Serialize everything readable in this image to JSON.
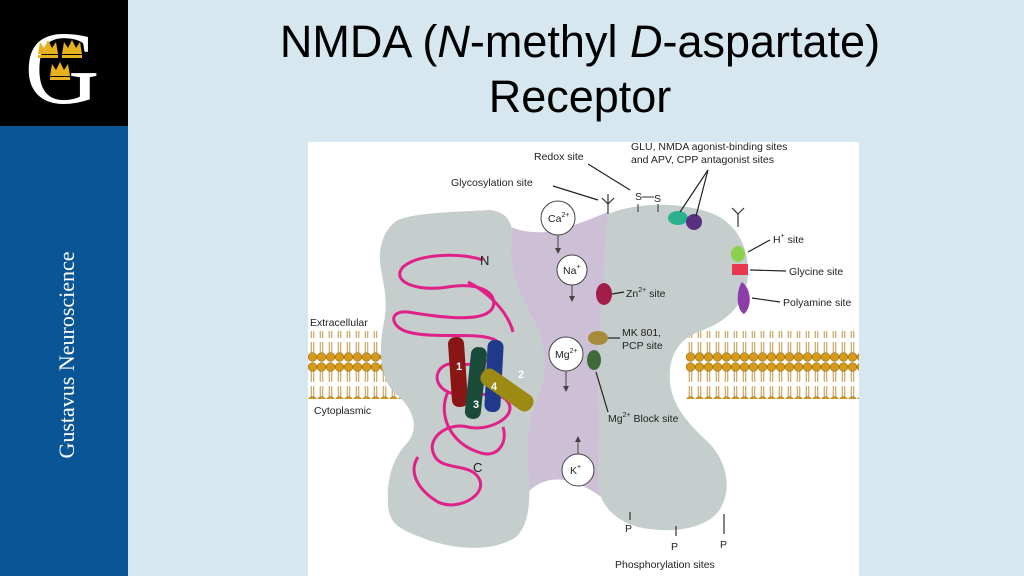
{
  "slide": {
    "title_part1": "NMDA (",
    "title_n": "N",
    "title_part2": "-methyl ",
    "title_d": "D",
    "title_part3": "-aspartate)",
    "title_line2": "Receptor"
  },
  "sidebar": {
    "logo_letter": "G",
    "vertical_text": "Gustavus Neuroscience"
  },
  "diagram": {
    "labels": {
      "redox": "Redox site",
      "glu_line1": "GLU, NMDA  agonist-binding sites",
      "glu_line2": "and APV, CPP antagonist sites",
      "glycosylation": "Glycosylation site",
      "s1": "S",
      "s2": "S",
      "h_site": "H",
      "h_site_sup": "+",
      "h_site_rest": " site",
      "glycine": "Glycine site",
      "polyamine": "Polyamine site",
      "zn": "Zn",
      "zn_sup": "2+",
      "zn_rest": " site",
      "mk801_line1": "MK 801,",
      "mk801_line2": "PCP site",
      "mg_block": "Mg",
      "mg_block_sup": "2+",
      "mg_block_rest": " Block site",
      "extracellular": "Extracellular",
      "cytoplasmic": "Cytoplasmic",
      "n_term": "N",
      "c_term": "C",
      "phosphorylation": "Phosphorylation sites",
      "p1": "P",
      "p2": "P",
      "p3": "P"
    },
    "ions": {
      "ca": "Ca",
      "ca_sup": "2+",
      "na": "Na",
      "na_sup": "+",
      "mg": "Mg",
      "mg_sup": "2+",
      "k": "K",
      "k_sup": "+"
    },
    "helices": [
      "1",
      "3",
      "4",
      "2"
    ],
    "colors": {
      "protein": "#c6cdcd",
      "channel": "#cdbfd6",
      "chain": "#e0218a",
      "lipid_head": "#d59a1a",
      "teal_site": "#2ab28f",
      "purple_site": "#5a2f82",
      "glycine_green": "#8bd14e",
      "glycine_red": "#e8384f",
      "polyamine_purple": "#8b3da8",
      "zn_site": "#a31d4b",
      "mk801_site": "#a88b3a",
      "mg_block_site": "#3e6b3a"
    }
  }
}
